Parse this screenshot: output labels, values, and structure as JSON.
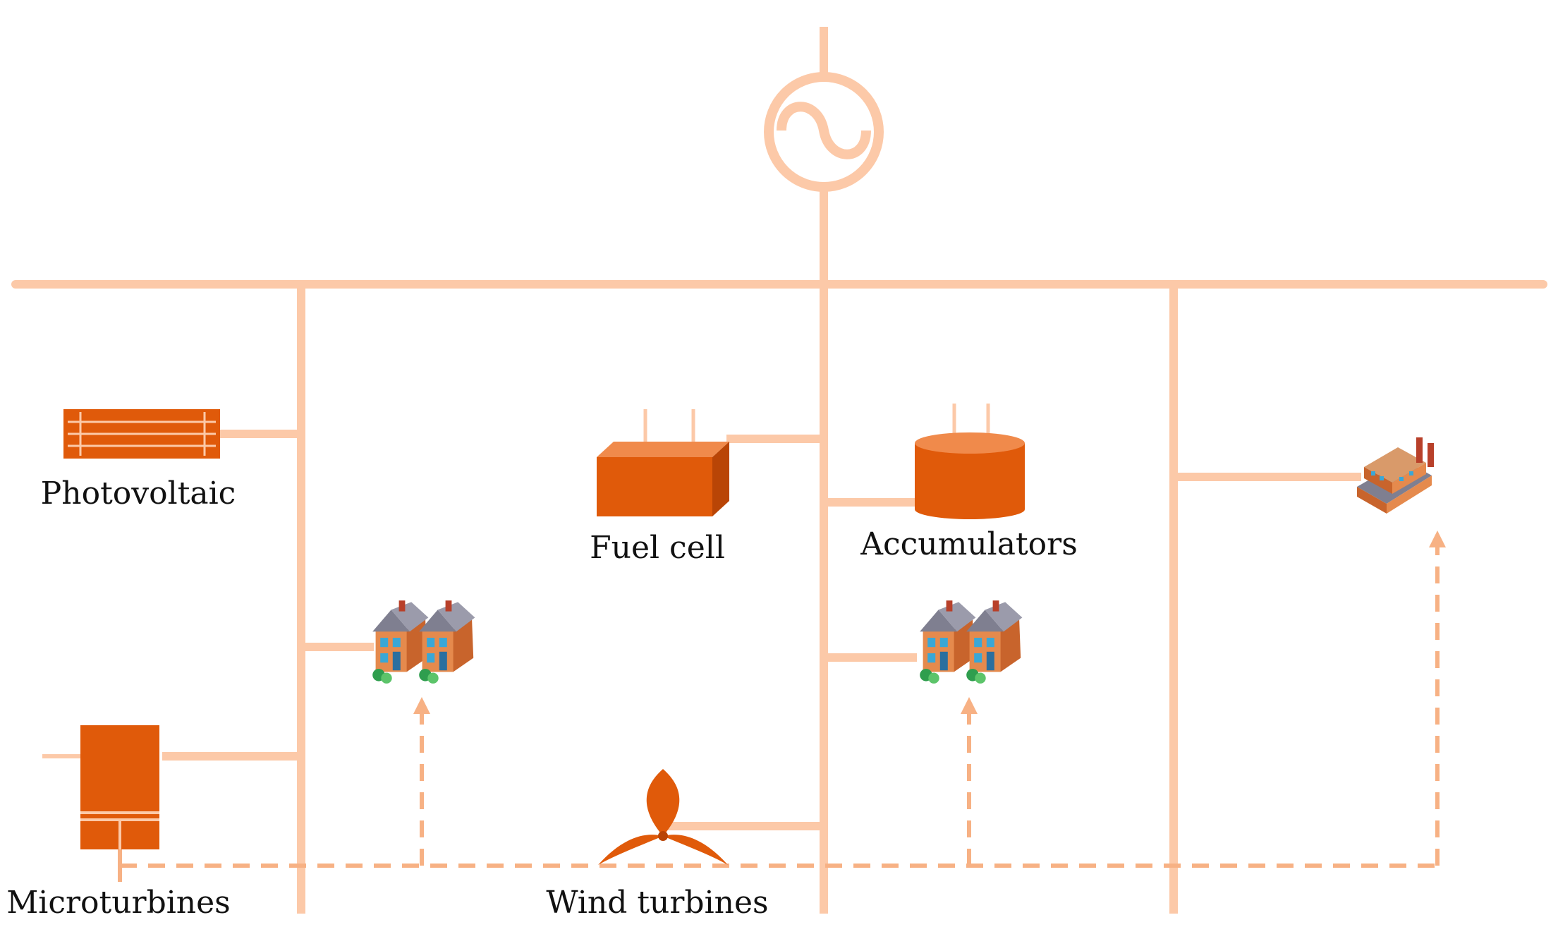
{
  "colors": {
    "line": "#fcc9a8",
    "dashed": "#f7b184",
    "component": "#e05a0a",
    "component_dark": "#b94506",
    "component_light": "#f08a4b",
    "label": "#111111"
  },
  "labels": {
    "photovoltaic": "Photovoltaic",
    "fuel_cell": "Fuel cell",
    "accumulators": "Accumulators",
    "microturbines": "Microturbines",
    "wind_turbines": "Wind turbines"
  },
  "icons": {
    "generator": "ac-generator-icon",
    "photovoltaic": "solar-panel-icon",
    "fuel_cell": "fuel-cell-icon",
    "accumulators": "battery-icon",
    "microturbines": "microturbine-icon",
    "wind_turbines": "wind-turbine-icon",
    "houses": "houses-icon",
    "factory": "factory-icon"
  }
}
